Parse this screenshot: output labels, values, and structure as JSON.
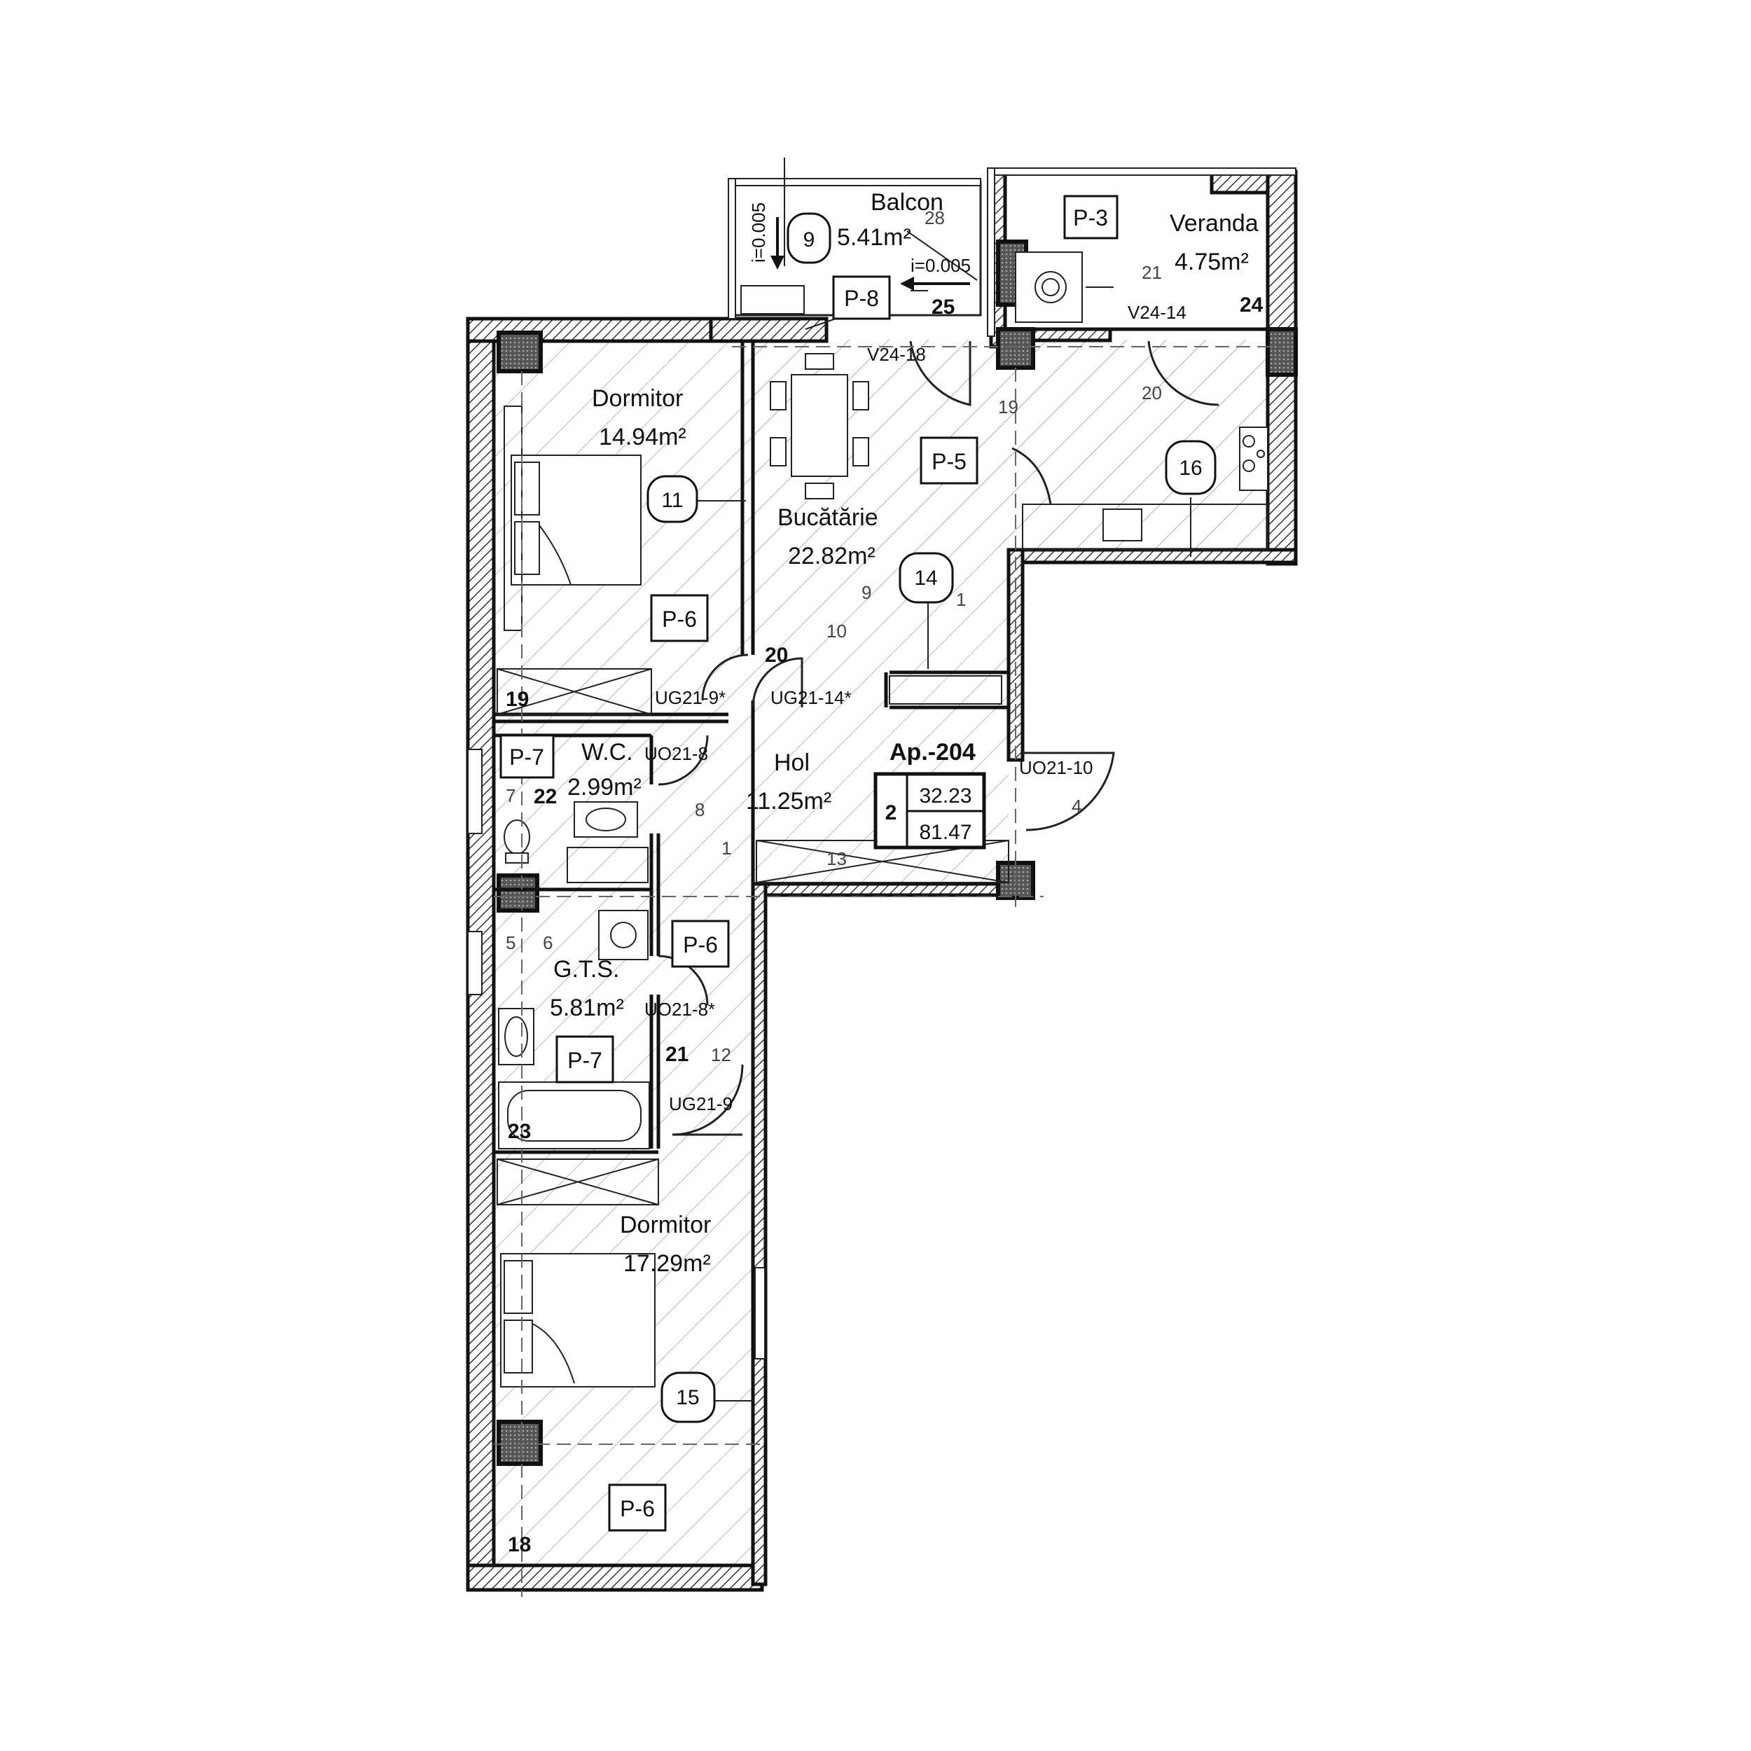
{
  "rooms": {
    "balcon": {
      "name": "Balcon",
      "area": "5.41m²",
      "num": "9"
    },
    "veranda": {
      "name": "Veranda",
      "area": "4.75m²"
    },
    "dormitor1": {
      "name": "Dormitor",
      "area": "14.94m²",
      "num": "11"
    },
    "bucatarie": {
      "name": "Bucătărie",
      "area": "22.82m²",
      "num": "14"
    },
    "wc": {
      "name": "W.C.",
      "area": "2.99m²"
    },
    "hol": {
      "name": "Hol",
      "area": "11.25m²"
    },
    "gts": {
      "name": "G.T.S.",
      "area": "5.81m²"
    },
    "dormitor2": {
      "name": "Dormitor",
      "area": "17.29m²",
      "num": "15"
    }
  },
  "tags": {
    "p3": "P-3",
    "p8": "P-8",
    "p5": "P-5",
    "p6a": "P-6",
    "p6b": "P-6",
    "p6c": "P-6",
    "p7a": "P-7",
    "p7b": "P-7"
  },
  "circled": {
    "c16": "16"
  },
  "doors": {
    "ug21_9a": "UG21-9*",
    "ug21_14": "UG21-14*",
    "uo21_8": "UO21-8",
    "uo21_10": "UO21-10",
    "uo21_8b": "UO21-8*",
    "ug21_9b": "UG21-9",
    "v24_18": "V24-18",
    "v24_14": "V24-14"
  },
  "slopes": {
    "s1": "i=0.005",
    "s2": "i=0.005"
  },
  "apartment": {
    "id": "Ap.-204",
    "rooms": "2",
    "area_living": "32.23",
    "area_total": "81.47"
  },
  "labels": {
    "n28": "28",
    "n25": "25",
    "n21a": "21",
    "n24": "24",
    "n19a": "19",
    "n20a": "20",
    "n9": "9",
    "n10": "10",
    "n1a": "1",
    "n20b": "20",
    "n19b": "19",
    "n7": "7",
    "n22": "22",
    "n8": "8",
    "n1b": "1",
    "n13": "13",
    "n4": "4",
    "n5": "5",
    "n6": "6",
    "n21b": "21",
    "n12": "12",
    "n23": "23",
    "n18": "18"
  }
}
